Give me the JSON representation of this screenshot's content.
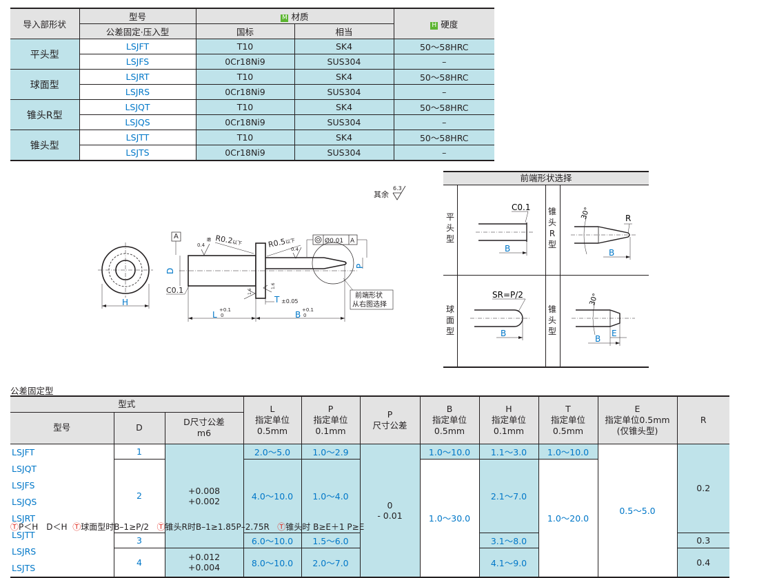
{
  "material_table": {
    "header": {
      "guide_shape": "导入部形状",
      "model": "型号",
      "model_sub": "公差固定·压入型",
      "material_badge": "M",
      "material": "材质",
      "standard": "国标",
      "equivalent": "相当",
      "hardness_badge": "H",
      "hardness": "硬度"
    },
    "groups": [
      {
        "shape": "平头型",
        "rows": [
          {
            "model": "LSJFT",
            "gb": "T10",
            "eq": "SK4",
            "hard": "50～58HRC"
          },
          {
            "model": "LSJFS",
            "gb": "0Cr18Ni9",
            "eq": "SUS304",
            "hard": "–"
          }
        ]
      },
      {
        "shape": "球面型",
        "rows": [
          {
            "model": "LSJRT",
            "gb": "T10",
            "eq": "SK4",
            "hard": "50～58HRC"
          },
          {
            "model": "LSJRS",
            "gb": "0Cr18Ni9",
            "eq": "SUS304",
            "hard": "–"
          }
        ]
      },
      {
        "shape": "锥头R型",
        "rows": [
          {
            "model": "LSJQT",
            "gb": "T10",
            "eq": "SK4",
            "hard": "50～58HRC"
          },
          {
            "model": "LSJQS",
            "gb": "0Cr18Ni9",
            "eq": "SUS304",
            "hard": "–"
          }
        ]
      },
      {
        "shape": "锥头型",
        "rows": [
          {
            "model": "LSJTT",
            "gb": "T10",
            "eq": "SK4",
            "hard": "50～58HRC"
          },
          {
            "model": "LSJTS",
            "gb": "0Cr18Ni9",
            "eq": "SUS304",
            "hard": "–"
          }
        ]
      }
    ]
  },
  "drawing": {
    "rest_label": "其余",
    "rest_roughness": "6.3",
    "datum": "A",
    "dim_D": "D",
    "dim_H": "H",
    "chamfer": "C0.1",
    "r_under_head": "R0.2",
    "r_under_head_note": "以下",
    "r_shank": "R0.5",
    "r_shank_note": "以下",
    "rough_04": "0.4",
    "rough_04_note": "磨",
    "rough_16": "1.6",
    "rough_16b": "1.6",
    "perp_value": "0.01",
    "perp_datum": "A",
    "dim_P": "P",
    "dim_T": "T",
    "tol_T": "±0.05",
    "dim_L": "L",
    "tol_L_up": "+0.1",
    "tol_L_low": "0",
    "dim_B": "B",
    "tol_B_up": "+0.1",
    "tol_B_low": "0",
    "callout_line1": "前端形状",
    "callout_line2": "从右图选择"
  },
  "tip_panel": {
    "title": "前端形状选择",
    "flat": {
      "label_chars": [
        "平",
        "头",
        "型"
      ],
      "chamfer": "C0.1",
      "dim": "B"
    },
    "cone_r": {
      "label_chars": [
        "锥",
        "头",
        "R",
        "型"
      ],
      "angle": "30°",
      "radius": "R",
      "dim": "B"
    },
    "ball": {
      "label_chars": [
        "球",
        "面",
        "型"
      ],
      "sr": "SR=P/2",
      "dim": "B"
    },
    "cone": {
      "label_chars": [
        "锥",
        "头",
        "型"
      ],
      "angle": "30°",
      "dim_B": "B",
      "dim_E": "E"
    }
  },
  "spec": {
    "title": "公差固定型",
    "headers": {
      "type_group": "型式",
      "model": "型号",
      "D": "D",
      "D_tol_1": "D尺寸公差",
      "D_tol_2": "m6",
      "L_1": "L",
      "L_2": "指定单位",
      "L_3": "0.5mm",
      "P_1": "P",
      "P_2": "指定单位",
      "P_3": "0.1mm",
      "Ptol_1": "P",
      "Ptol_2": "尺寸公差",
      "B_1": "B",
      "B_2": "指定单位",
      "B_3": "0.5mm",
      "H_1": "H",
      "H_2": "指定单位",
      "H_3": "0.1mm",
      "T_1": "T",
      "T_2": "指定单位",
      "T_3": "0.5mm",
      "E_1": "E",
      "E_2": "指定单位0.5mm",
      "E_3": "(仅锥头型)",
      "R": "R"
    },
    "models": [
      [
        "LSJFT",
        "LSJQT"
      ],
      [
        "LSJFS",
        "LSJQS"
      ],
      [
        "LSJRT",
        "LSJTT"
      ],
      [
        "LSJRS",
        "LSJTS"
      ]
    ],
    "rows": [
      {
        "D": "1",
        "L": "2.0～5.0",
        "P": "1.0～2.9",
        "B": "1.0～10.0",
        "H": "1.1～3.0",
        "T": "1.0～10.0",
        "R": "0.2"
      },
      {
        "D": "2",
        "L": "4.0～10.0",
        "P": "1.0～4.0",
        "H": "2.1～7.0"
      },
      {
        "D": "3",
        "L": "6.0～10.0",
        "P": "1.5～6.0",
        "H": "3.1～8.0",
        "R": "0.3"
      },
      {
        "D": "4",
        "L": "8.0～10.0",
        "P": "2.0～7.0",
        "H": "4.1～9.0",
        "R": "0.4"
      }
    ],
    "D_tol_a_1": "+0.008",
    "D_tol_a_2": "+0.002",
    "D_tol_b_1": "+0.012",
    "D_tol_b_2": "+0.004",
    "P_tol_1": "0",
    "P_tol_2": "- 0.01",
    "B_merged": "1.0～30.0",
    "T_merged": "1.0～20.0",
    "E_merged": "0.5～5.0"
  },
  "footnote": {
    "mark": "Ⓣ",
    "n1": "P＜H　D＜H",
    "n2": "球面型时B–1≥P/2",
    "n3": "锥头R时B–1≥1.85P–2.75R",
    "n4": "锥头时 B≥E＋1 P≥E"
  }
}
